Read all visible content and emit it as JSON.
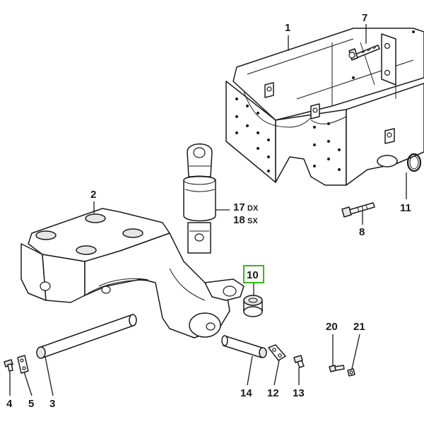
{
  "callouts": {
    "c1": "1",
    "c2": "2",
    "c3": "3",
    "c4": "4",
    "c5": "5",
    "c7": "7",
    "c8": "8",
    "c10": "10",
    "c11": "11",
    "c12": "12",
    "c13": "13",
    "c14": "14",
    "c17": "17",
    "c17_suffix": "DX",
    "c18": "18",
    "c18_suffix": "SX",
    "c20": "20",
    "c21": "21"
  },
  "highlighted_part": "10",
  "colors": {
    "highlight": "#35b81b",
    "line": "#1a1a1a"
  }
}
